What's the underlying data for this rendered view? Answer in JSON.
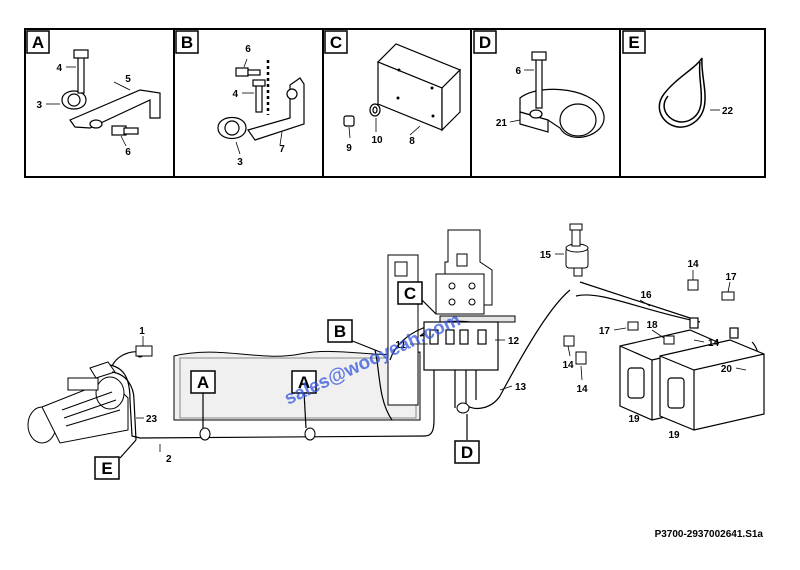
{
  "panels": [
    {
      "letter": "A",
      "labels": [
        "4",
        "5",
        "3",
        "6"
      ]
    },
    {
      "letter": "B",
      "labels": [
        "6",
        "4",
        "3",
        "7"
      ]
    },
    {
      "letter": "C",
      "labels": [
        "9",
        "10",
        "8"
      ]
    },
    {
      "letter": "D",
      "labels": [
        "6",
        "21"
      ]
    },
    {
      "letter": "E",
      "labels": [
        "22"
      ]
    }
  ],
  "main_labels": [
    "1",
    "23",
    "2",
    "15",
    "14",
    "17",
    "16",
    "11",
    "12",
    "13",
    "17",
    "18",
    "14",
    "14",
    "14",
    "20",
    "19",
    "19"
  ],
  "callouts": [
    "A",
    "A",
    "B",
    "C",
    "D",
    "E"
  ],
  "watermark": "sales@wooyeah.com",
  "reference": "P3700-2937002641.S1a",
  "colors": {
    "watermark": "#3355dd",
    "line": "#000000",
    "fill": "#ffffff",
    "shade": "#e6e6e6"
  }
}
